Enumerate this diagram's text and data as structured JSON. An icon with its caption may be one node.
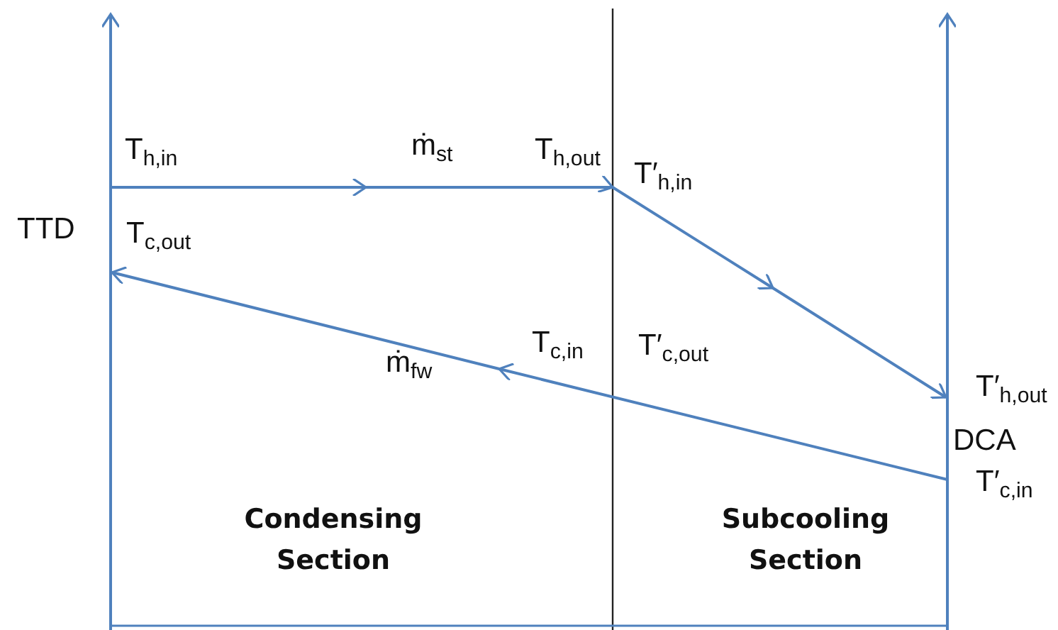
{
  "diagram": {
    "labels": [
      "T$_{h,in}$",
      "ṁ$_{st}$",
      "T$_{h,out}$",
      "T′$_{h,in}$",
      "TTD",
      "T$_{c,out}$",
      "T$_{c,in}$",
      "T′$_{c,out}$",
      "ṁ$_{fw}$",
      "T′$_{h,out}$",
      "DCA",
      "T′$_{c,in}$",
      "Condensing Section",
      "Subcooling Section"
    ]
  }
}
